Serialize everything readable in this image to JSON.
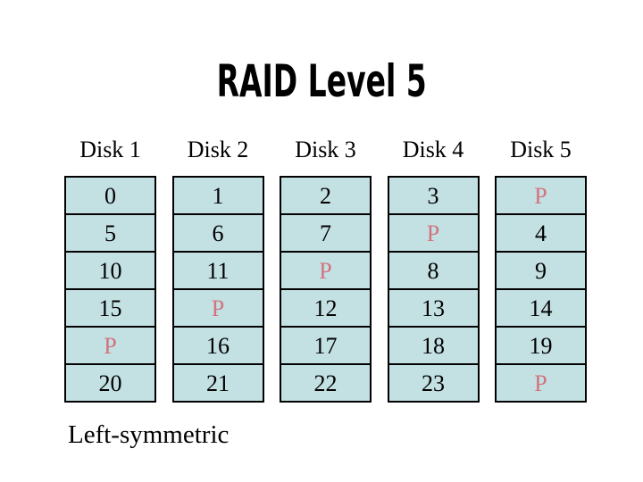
{
  "slide": {
    "title": "RAID Level 5",
    "footer_label": "Left-symmetric"
  },
  "disks": {
    "headers": [
      "Disk 1",
      "Disk 2",
      "Disk 3",
      "Disk 4",
      "Disk 5"
    ],
    "parity_symbol": "P",
    "rows": [
      [
        "0",
        "1",
        "2",
        "3",
        "P"
      ],
      [
        "5",
        "6",
        "7",
        "P",
        "4"
      ],
      [
        "10",
        "11",
        "P",
        "8",
        "9"
      ],
      [
        "15",
        "P",
        "12",
        "13",
        "14"
      ],
      [
        "P",
        "16",
        "17",
        "18",
        "19"
      ],
      [
        "20",
        "21",
        "22",
        "23",
        "P"
      ]
    ]
  },
  "colors": {
    "cell_background": "#c3e0e3",
    "cell_border": "#000000",
    "parity_text": "#d2737d",
    "block_text": "#000000",
    "title_text": "#000000"
  }
}
